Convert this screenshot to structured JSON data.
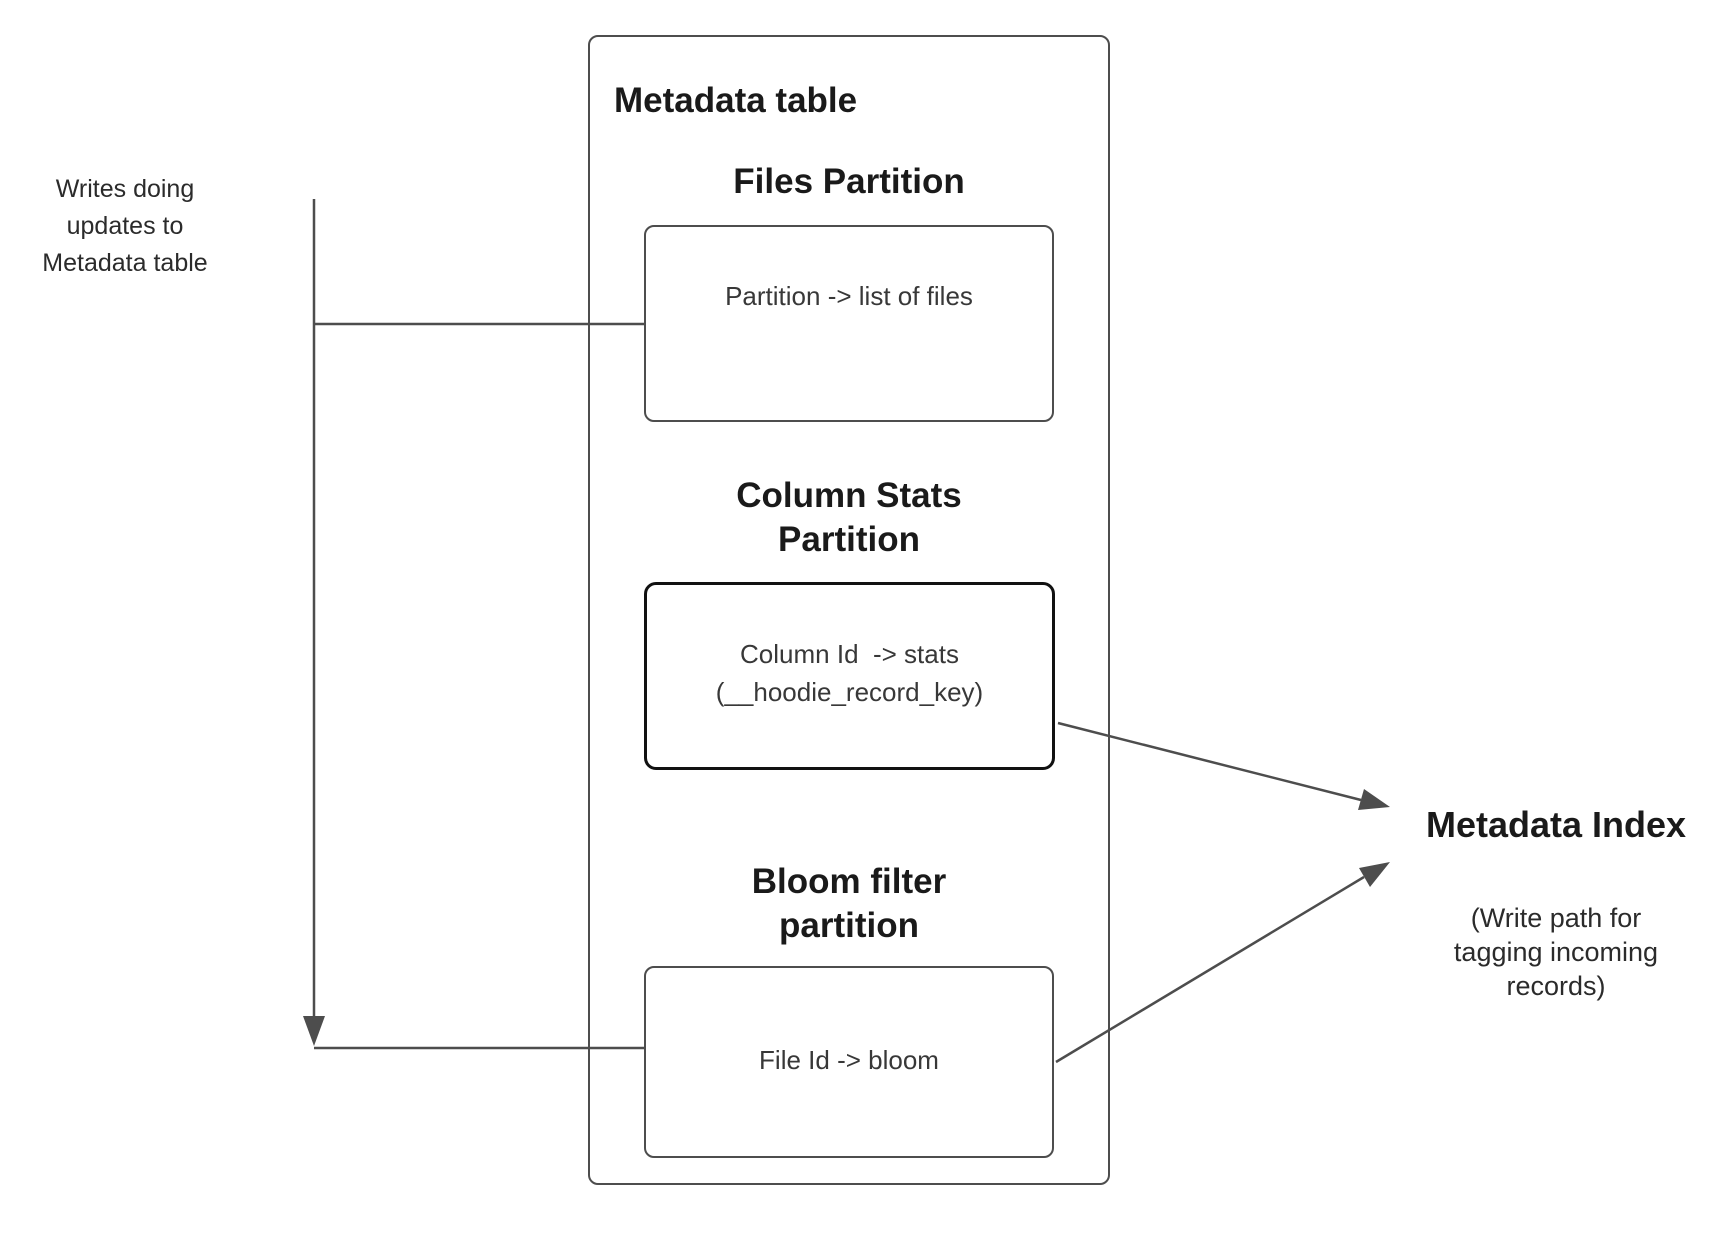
{
  "diagram": {
    "left_note": "Writes doing\nupdates to\nMetadata table",
    "metadata_table": {
      "title": "Metadata table",
      "files_partition": {
        "heading": "Files Partition",
        "body": "Partition -> list of files"
      },
      "column_stats_partition": {
        "heading": "Column Stats\nPartition",
        "body": "Column Id  -> stats\n(__hoodie_record_key)"
      },
      "bloom_filter_partition": {
        "heading": "Bloom filter\npartition",
        "body": "File Id -> bloom"
      }
    },
    "metadata_index": {
      "title": "Metadata Index",
      "subtitle": "(Write path for\ntagging incoming\nrecords)"
    },
    "colors": {
      "line": "#4d4d4d",
      "box_border": "#4d4d4d",
      "stats_box_border": "#111111",
      "heading_text": "#1a1a1a",
      "body_text": "#383838",
      "background": "#ffffff"
    }
  }
}
